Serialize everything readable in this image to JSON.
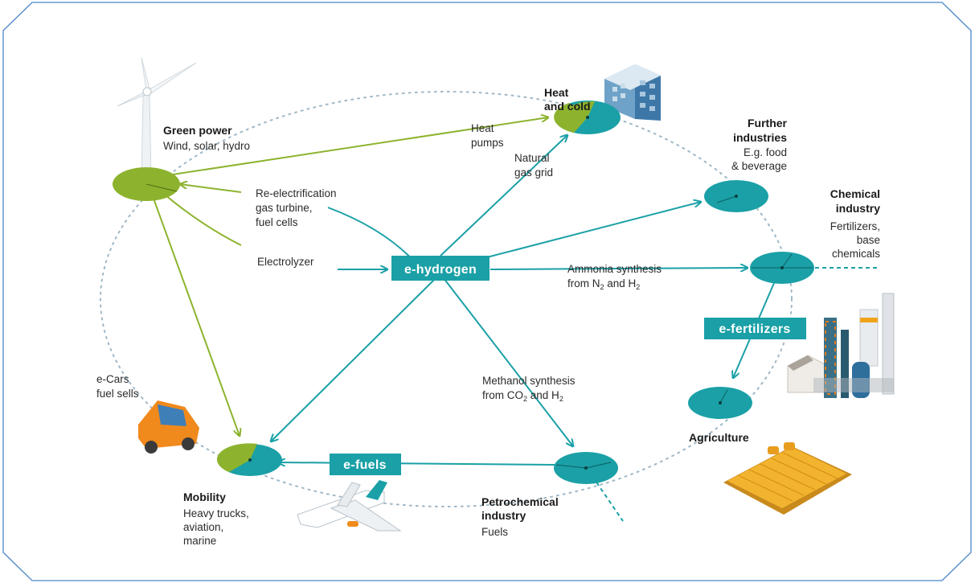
{
  "colors": {
    "teal": "#1aa0a6",
    "green": "#8db32e",
    "frame": "#4a86c8",
    "dots": "#9fb7c6"
  },
  "hub": {
    "label": "e-hydrogen"
  },
  "tags": {
    "e_fuels": "e-fuels",
    "e_fertilizers": "e-fertilizers"
  },
  "nodes": {
    "green_power": {
      "title": "Green power",
      "desc": [
        "Wind, solar, hydro"
      ]
    },
    "heat_and_cold": {
      "title": [
        "Heat",
        "and cold"
      ]
    },
    "further_industries": {
      "title": [
        "Further",
        "industries"
      ],
      "desc": [
        "E.g. food",
        "& beverage"
      ]
    },
    "chemical_industry": {
      "title": [
        "Chemical",
        "industry"
      ],
      "desc": [
        "Fertilizers,",
        "base",
        "chemicals"
      ]
    },
    "agriculture": {
      "title": "Agriculture"
    },
    "petrochemical": {
      "title": [
        "Petrochemical",
        "industry"
      ],
      "desc": [
        "Fuels"
      ]
    },
    "mobility": {
      "title": "Mobility",
      "desc": [
        "Heavy trucks,",
        "aviation,",
        "marine"
      ]
    }
  },
  "edges": {
    "heat_pumps": [
      "Heat",
      "pumps"
    ],
    "re_electrification": [
      "Re-electrification",
      "gas turbine,",
      "fuel cells"
    ],
    "electrolyzer": "Electrolyzer",
    "natural_gas_grid": [
      "Natural",
      "gas grid"
    ],
    "ammonia": {
      "pre": "Ammonia synthesis",
      "line2_a": "from N",
      "sub1": "2",
      "line2_b": " and H",
      "sub2": "2"
    },
    "methanol": {
      "pre": "Methanol synthesis",
      "line2_a": "from CO",
      "sub1": "2",
      "line2_b": " and H",
      "sub2": "2"
    },
    "ecars": [
      "e-Cars",
      "fuel sells"
    ]
  },
  "icons": [
    "wind-turbine-icon",
    "building-icon",
    "factory-icon",
    "field-icon",
    "car-icon",
    "airplane-icon"
  ]
}
